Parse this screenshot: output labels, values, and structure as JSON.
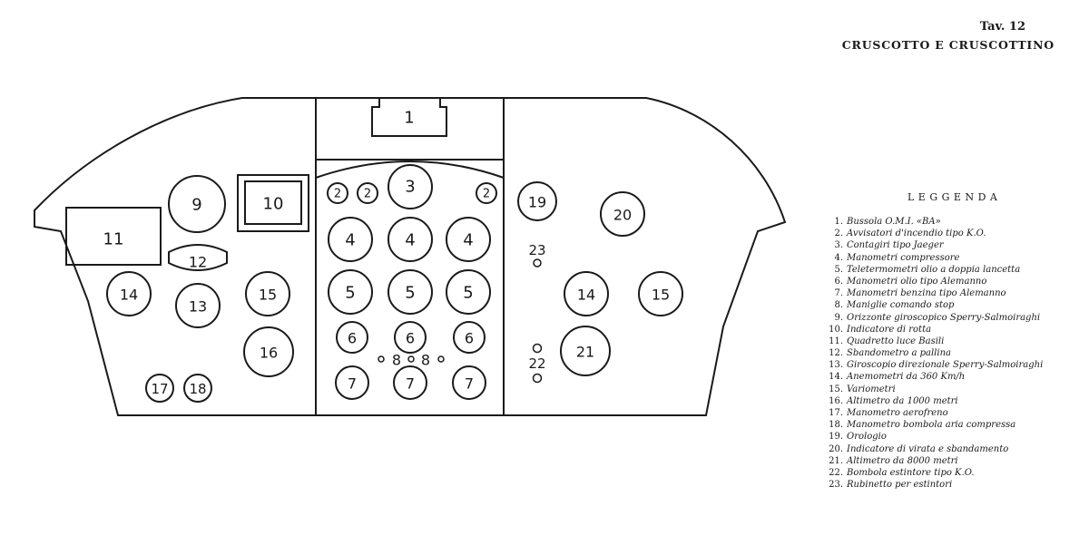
{
  "header": {
    "plate": "Tav. 12",
    "title": "CRUSCOTTO E CRUSCOTTINO"
  },
  "legend": {
    "title": "LEGGENDA",
    "items": [
      {
        "num": "1.",
        "text": "Bussola O.M.I. «BA»"
      },
      {
        "num": "2.",
        "text": "Avvisatori d'incendio tipo K.O."
      },
      {
        "num": "3.",
        "text": "Contagiri tipo Jaeger"
      },
      {
        "num": "4.",
        "text": "Manometri compressore"
      },
      {
        "num": "5.",
        "text": "Teletermometri olio a doppia lancetta"
      },
      {
        "num": "6.",
        "text": "Manometri olio tipo Alemanno"
      },
      {
        "num": "7.",
        "text": "Manometri benzina tipo Alemanno"
      },
      {
        "num": "8.",
        "text": "Maniglie comando stop"
      },
      {
        "num": "9.",
        "text": "Orizzonte giroscopico Sperry-Salmoiraghi"
      },
      {
        "num": "10.",
        "text": "Indicatore di rotta"
      },
      {
        "num": "11.",
        "text": "Quadretto luce Basili"
      },
      {
        "num": "12.",
        "text": "Sbandometro a pallina"
      },
      {
        "num": "13.",
        "text": "Giroscopio direzionale Sperry-Salmoiraghi"
      },
      {
        "num": "14.",
        "text": "Anemometri da 360 Km/h"
      },
      {
        "num": "15.",
        "text": "Variometri"
      },
      {
        "num": "16.",
        "text": "Altimetro da 1000 metri"
      },
      {
        "num": "17.",
        "text": "Manometro aerofreno"
      },
      {
        "num": "18.",
        "text": "Manometro bombola aria compressa"
      },
      {
        "num": "19.",
        "text": "Orologio"
      },
      {
        "num": "20.",
        "text": "Indicatore di virata e sbandamento"
      },
      {
        "num": "21.",
        "text": "Altimetro da 8000 metri"
      },
      {
        "num": "22.",
        "text": "Bombola estintore tipo K.O."
      },
      {
        "num": "23.",
        "text": "Rubinetto per estintori"
      }
    ]
  },
  "diagram": {
    "left_panel": [
      {
        "label": "11",
        "name": "Quadretto luce Basili",
        "kind": "rect"
      },
      {
        "label": "9",
        "name": "Orizzonte giroscopico",
        "kind": "circle"
      },
      {
        "label": "10",
        "name": "Indicatore di rotta",
        "kind": "rect"
      },
      {
        "label": "12",
        "name": "Sbandometro a pallina",
        "kind": "tube"
      },
      {
        "label": "14",
        "name": "Anemometro",
        "kind": "circle"
      },
      {
        "label": "13",
        "name": "Giroscopio direzionale",
        "kind": "circle"
      },
      {
        "label": "15",
        "name": "Variometro",
        "kind": "circle"
      },
      {
        "label": "16",
        "name": "Altimetro 1000 m",
        "kind": "circle"
      },
      {
        "label": "17",
        "name": "Manometro aerofreno",
        "kind": "circle"
      },
      {
        "label": "18",
        "name": "Manometro bombola",
        "kind": "circle"
      }
    ],
    "center_panel": [
      {
        "label": "1",
        "name": "Bussola",
        "kind": "rect"
      },
      {
        "label": "3",
        "name": "Contagiri",
        "kind": "circle"
      },
      {
        "label": "2",
        "name": "Avvisatore incendio sx",
        "kind": "circle"
      },
      {
        "label": "2",
        "name": "Avvisatore incendio cx",
        "kind": "circle"
      },
      {
        "label": "2",
        "name": "Avvisatore incendio dx",
        "kind": "circle"
      },
      {
        "label": "4",
        "name": "Manometro compressore sx",
        "kind": "circle"
      },
      {
        "label": "4",
        "name": "Manometro compressore cx",
        "kind": "circle"
      },
      {
        "label": "4",
        "name": "Manometro compressore dx",
        "kind": "circle"
      },
      {
        "label": "5",
        "name": "Teletermometro sx",
        "kind": "circle"
      },
      {
        "label": "5",
        "name": "Teletermometro cx",
        "kind": "circle"
      },
      {
        "label": "5",
        "name": "Teletermometro dx",
        "kind": "circle"
      },
      {
        "label": "6",
        "name": "Manometro olio sx",
        "kind": "circle"
      },
      {
        "label": "6",
        "name": "Manometro olio cx",
        "kind": "circle"
      },
      {
        "label": "6",
        "name": "Manometro olio dx",
        "kind": "circle"
      },
      {
        "label": "7",
        "name": "Manometro benzina sx",
        "kind": "circle"
      },
      {
        "label": "7",
        "name": "Manometro benzina cx",
        "kind": "circle"
      },
      {
        "label": "7",
        "name": "Manometro benzina dx",
        "kind": "circle"
      },
      {
        "label": "8",
        "name": "Maniglie stop sx",
        "kind": "knobs"
      },
      {
        "label": "8",
        "name": "Maniglie stop dx",
        "kind": "knobs"
      }
    ],
    "right_panel": [
      {
        "label": "19",
        "name": "Orologio",
        "kind": "circle"
      },
      {
        "label": "20",
        "name": "Indicatore di virata",
        "kind": "circle"
      },
      {
        "label": "23",
        "name": "Rubinetto estintori",
        "kind": "knob"
      },
      {
        "label": "14",
        "name": "Anemometro",
        "kind": "circle"
      },
      {
        "label": "15",
        "name": "Variometro",
        "kind": "circle"
      },
      {
        "label": "21",
        "name": "Altimetro 8000 m",
        "kind": "circle"
      },
      {
        "label": "22",
        "name": "Bombola estintore",
        "kind": "knobs"
      }
    ]
  }
}
